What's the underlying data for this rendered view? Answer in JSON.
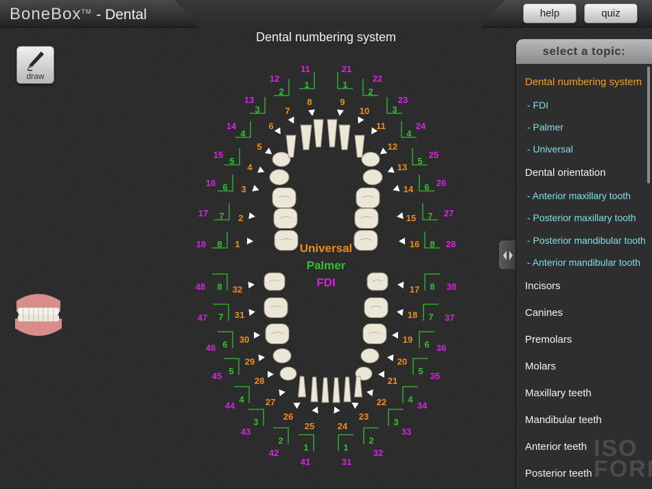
{
  "app": {
    "brand": "BoneBox",
    "trademark": "TM",
    "subtitle": "- Dental"
  },
  "toolbar": {
    "help_label": "help",
    "quiz_label": "quiz",
    "draw_label": "draw"
  },
  "page_title": "Dental numbering system",
  "legend": {
    "universal": "Universal",
    "palmer": "Palmer",
    "fdi": "FDI"
  },
  "colors": {
    "fdi": "#d524e0",
    "universal": "#ee8d1e",
    "palmer": "#32c032",
    "active_topic": "#f3a023",
    "subtopic": "#7fe0e6"
  },
  "upper_teeth": [
    {
      "side": "right",
      "fdi": "11",
      "palmer": "1",
      "universal": "8"
    },
    {
      "side": "right",
      "fdi": "12",
      "palmer": "2",
      "universal": "7"
    },
    {
      "side": "right",
      "fdi": "13",
      "palmer": "3",
      "universal": "6"
    },
    {
      "side": "right",
      "fdi": "14",
      "palmer": "4",
      "universal": "5"
    },
    {
      "side": "right",
      "fdi": "15",
      "palmer": "5",
      "universal": "4"
    },
    {
      "side": "right",
      "fdi": "16",
      "palmer": "6",
      "universal": "3"
    },
    {
      "side": "right",
      "fdi": "17",
      "palmer": "7",
      "universal": "2"
    },
    {
      "side": "right",
      "fdi": "18",
      "palmer": "8",
      "universal": "1"
    },
    {
      "side": "left",
      "fdi": "21",
      "palmer": "1",
      "universal": "9"
    },
    {
      "side": "left",
      "fdi": "22",
      "palmer": "2",
      "universal": "10"
    },
    {
      "side": "left",
      "fdi": "23",
      "palmer": "3",
      "universal": "11"
    },
    {
      "side": "left",
      "fdi": "24",
      "palmer": "4",
      "universal": "12"
    },
    {
      "side": "left",
      "fdi": "25",
      "palmer": "5",
      "universal": "13"
    },
    {
      "side": "left",
      "fdi": "26",
      "palmer": "6",
      "universal": "14"
    },
    {
      "side": "left",
      "fdi": "27",
      "palmer": "7",
      "universal": "15"
    },
    {
      "side": "left",
      "fdi": "28",
      "palmer": "8",
      "universal": "16"
    }
  ],
  "lower_teeth": [
    {
      "side": "right",
      "fdi": "48",
      "palmer": "8",
      "universal": "32"
    },
    {
      "side": "right",
      "fdi": "47",
      "palmer": "7",
      "universal": "31"
    },
    {
      "side": "right",
      "fdi": "46",
      "palmer": "6",
      "universal": "30"
    },
    {
      "side": "right",
      "fdi": "45",
      "palmer": "5",
      "universal": "29"
    },
    {
      "side": "right",
      "fdi": "44",
      "palmer": "4",
      "universal": "28"
    },
    {
      "side": "right",
      "fdi": "43",
      "palmer": "3",
      "universal": "27"
    },
    {
      "side": "right",
      "fdi": "42",
      "palmer": "2",
      "universal": "26"
    },
    {
      "side": "right",
      "fdi": "41",
      "palmer": "1",
      "universal": "25"
    },
    {
      "side": "left",
      "fdi": "38",
      "palmer": "8",
      "universal": "17"
    },
    {
      "side": "left",
      "fdi": "37",
      "palmer": "7",
      "universal": "18"
    },
    {
      "side": "left",
      "fdi": "36",
      "palmer": "6",
      "universal": "19"
    },
    {
      "side": "left",
      "fdi": "35",
      "palmer": "5",
      "universal": "20"
    },
    {
      "side": "left",
      "fdi": "34",
      "palmer": "4",
      "universal": "21"
    },
    {
      "side": "left",
      "fdi": "33",
      "palmer": "3",
      "universal": "22"
    },
    {
      "side": "left",
      "fdi": "32",
      "palmer": "2",
      "universal": "23"
    },
    {
      "side": "left",
      "fdi": "31",
      "palmer": "1",
      "universal": "24"
    }
  ],
  "sidebar": {
    "heading": "select a topic:",
    "items": [
      {
        "label": "Dental numbering system",
        "level": 0,
        "active": true
      },
      {
        "label": "- FDI",
        "level": 1
      },
      {
        "label": "- Palmer",
        "level": 1
      },
      {
        "label": "- Universal",
        "level": 1
      },
      {
        "label": "Dental orientation",
        "level": 0
      },
      {
        "label": "- Anterior maxillary tooth",
        "level": 1
      },
      {
        "label": "- Posterior maxillary tooth",
        "level": 1
      },
      {
        "label": "- Posterior mandibular tooth",
        "level": 1
      },
      {
        "label": "- Anterior mandibular tooth",
        "level": 1
      },
      {
        "label": "Incisors",
        "level": 0
      },
      {
        "label": "Canines",
        "level": 0
      },
      {
        "label": "Premolars",
        "level": 0
      },
      {
        "label": "Molars",
        "level": 0
      },
      {
        "label": "Maxillary teeth",
        "level": 0
      },
      {
        "label": "Mandibular teeth",
        "level": 0
      },
      {
        "label": "Anterior teeth",
        "level": 0
      },
      {
        "label": "Posterior teeth",
        "level": 0
      }
    ]
  },
  "watermark": {
    "line1": "ISO",
    "line2": "FORM"
  }
}
